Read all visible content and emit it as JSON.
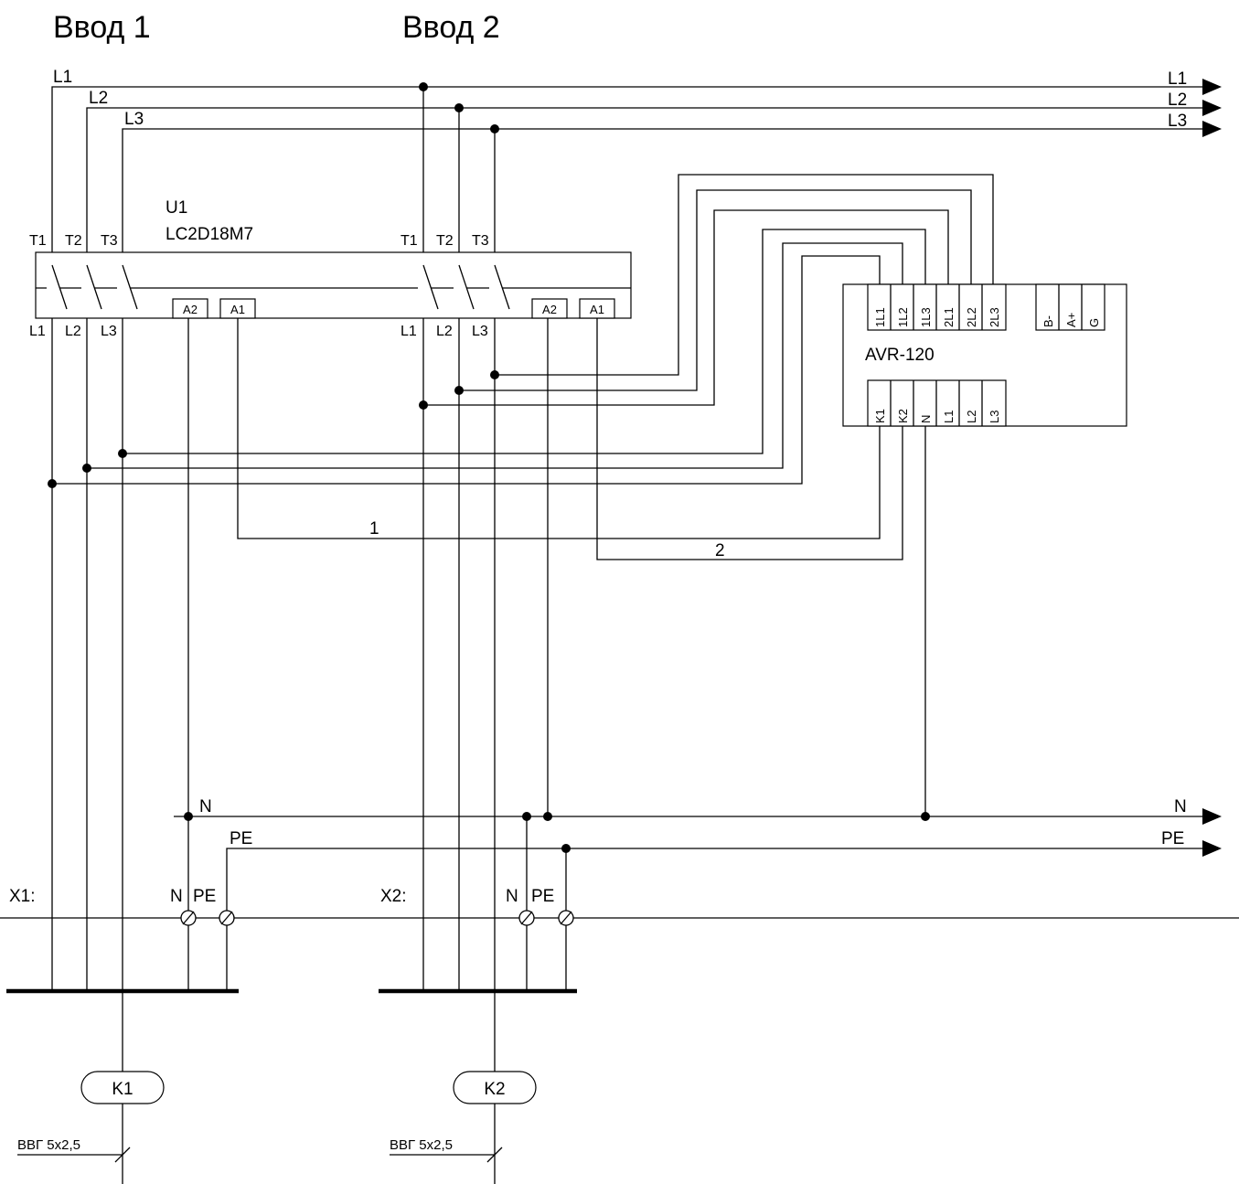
{
  "titles": {
    "input1": "Ввод 1",
    "input2": "Ввод 2"
  },
  "bus_lines": {
    "l1": "L1",
    "l2": "L2",
    "l3": "L3",
    "n": "N",
    "pe": "PE"
  },
  "contactor": {
    "ref": "U1",
    "model": "LC2D18M7"
  },
  "contacts": {
    "t1": "T1",
    "t2": "T2",
    "t3": "T3",
    "l1": "L1",
    "l2": "L2",
    "l3": "L3",
    "a1": "A1",
    "a2": "A2"
  },
  "avr": {
    "name": "AVR-120",
    "top_terminals": [
      "1L1",
      "1L2",
      "1L3",
      "2L1",
      "2L2",
      "2L3",
      "B-",
      "A+",
      "G"
    ],
    "bottom_terminals": [
      "K1",
      "K2",
      "N",
      "L1",
      "L2",
      "L3"
    ]
  },
  "wire_numbers": {
    "w1": "1",
    "w2": "2"
  },
  "terminal_blocks": {
    "x1": {
      "label": "X1:",
      "n": "N",
      "pe": "PE"
    },
    "x2": {
      "label": "X2:",
      "n": "N",
      "pe": "PE"
    }
  },
  "cables": {
    "k1": {
      "label": "K1",
      "type": "ВВГ 5х2,5"
    },
    "k2": {
      "label": "K2",
      "type": "ВВГ 5х2,5"
    }
  }
}
